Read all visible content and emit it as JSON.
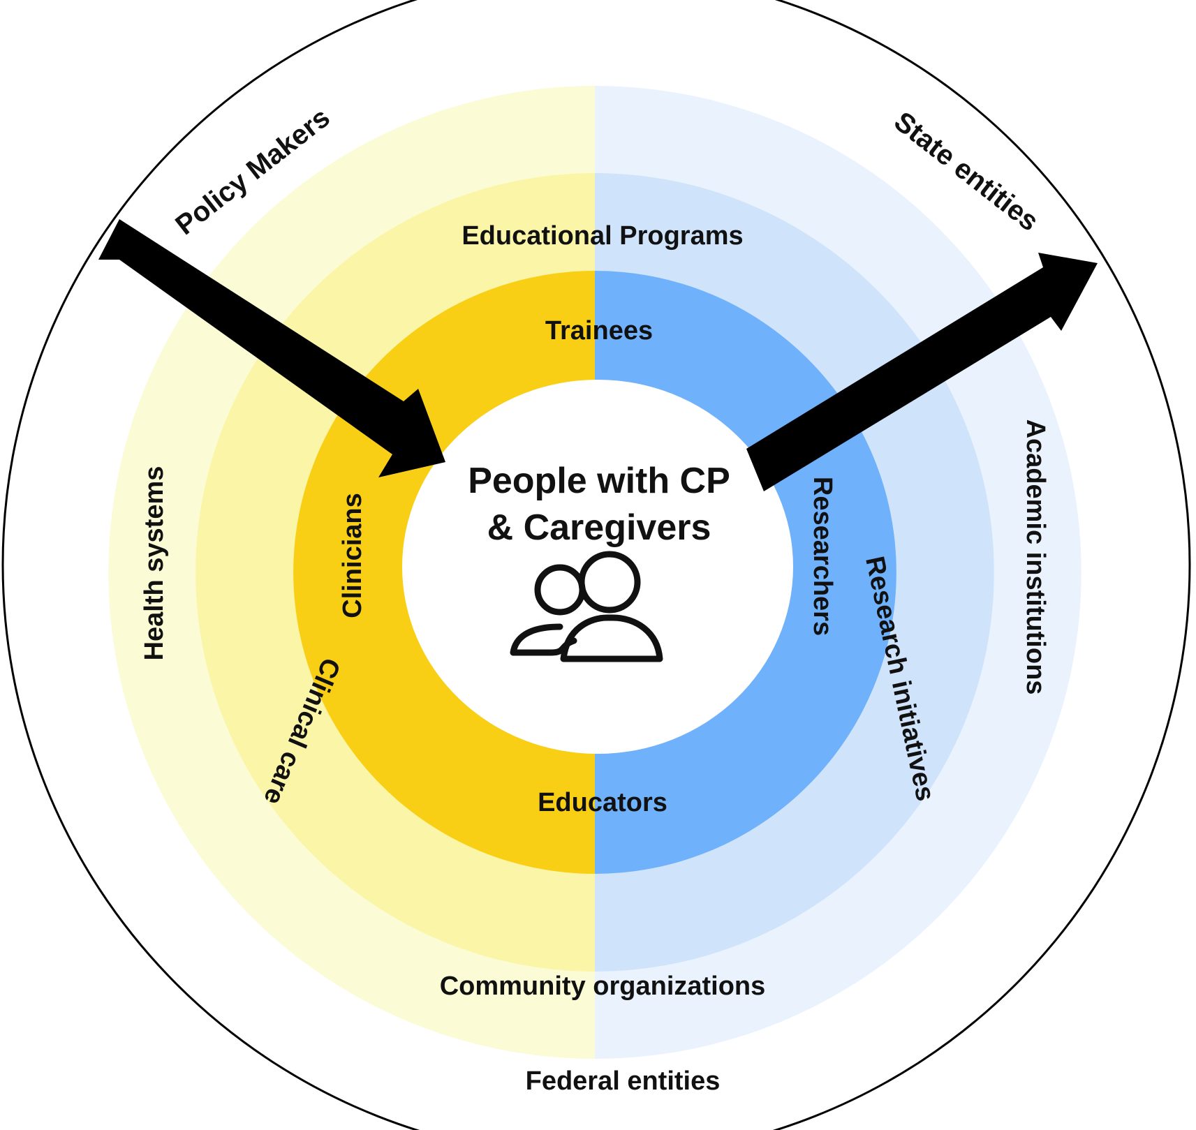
{
  "colors": {
    "outer_stroke": "#000000",
    "yellow_outer": "#fbfcd5",
    "yellow_mid": "#fbf5a8",
    "yellow_inner": "#f9cf16",
    "blue_outer": "#eaf3fd",
    "blue_mid": "#cfe4fb",
    "blue_inner": "#6fb1fa",
    "arrow": "#000000",
    "text": "#111111"
  },
  "center": {
    "line1": "People with CP",
    "line2": "& Caregivers",
    "icon": "people-group-icon"
  },
  "inner_ring": {
    "top": "Trainees",
    "bottom": "Educators",
    "left": "Clinicians",
    "right": "Researchers"
  },
  "middle_ring": {
    "top": "Educational Programs",
    "left": "Clinical care",
    "right": "Research initiatives"
  },
  "outer_ring": {
    "left": "Health systems",
    "right": "Academic institutions",
    "bottom": "Community organizations"
  },
  "outermost": {
    "top_left": "Policy Makers",
    "top_right": "State entities",
    "bottom": "Federal entities"
  },
  "arrows": {
    "in_icon": "arrow-in-icon",
    "out_icon": "arrow-out-icon"
  }
}
